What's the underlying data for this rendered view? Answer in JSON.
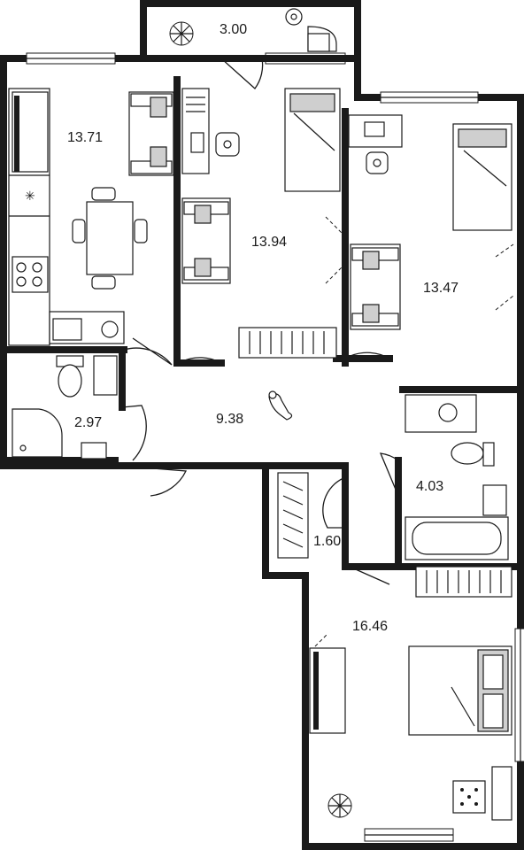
{
  "rooms": [
    {
      "id": "balcony",
      "area": "3.00"
    },
    {
      "id": "kitchen",
      "area": "13.71"
    },
    {
      "id": "bedroom-middle",
      "area": "13.94"
    },
    {
      "id": "bedroom-right",
      "area": "13.47"
    },
    {
      "id": "hall",
      "area": "9.38"
    },
    {
      "id": "wc",
      "area": "2.97"
    },
    {
      "id": "bathroom",
      "area": "4.03"
    },
    {
      "id": "closet",
      "area": "1.60"
    },
    {
      "id": "bedroom-large",
      "area": "16.46"
    }
  ]
}
